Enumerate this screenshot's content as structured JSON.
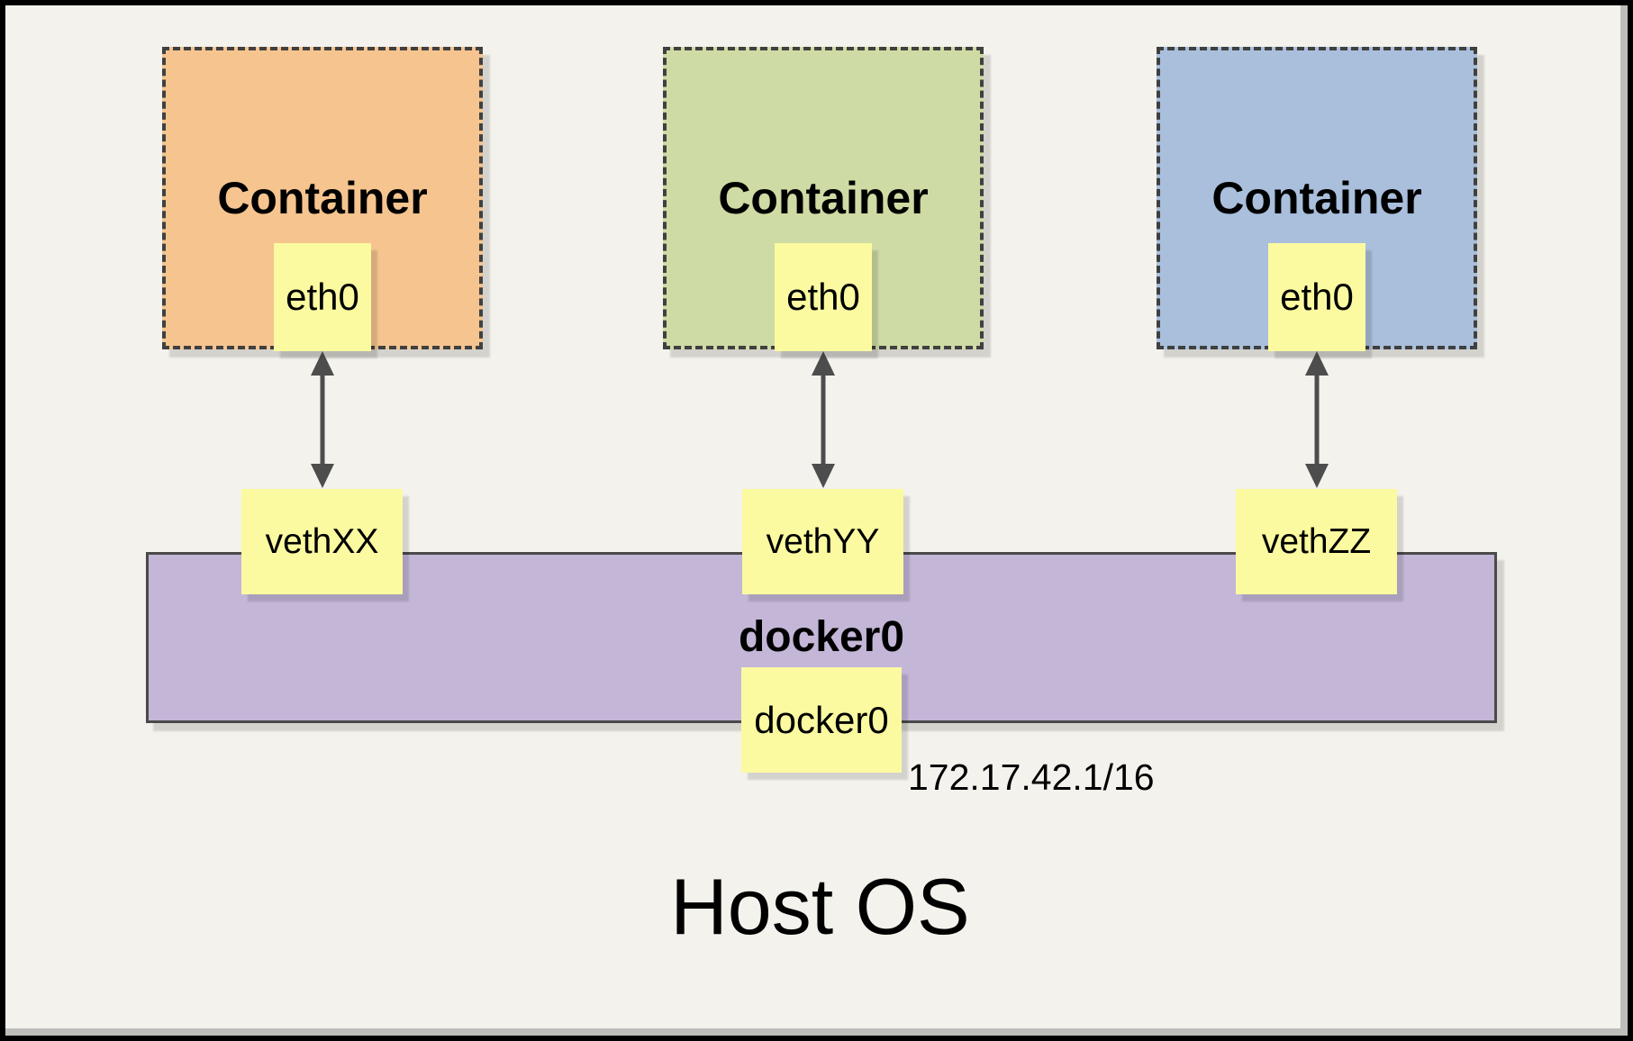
{
  "canvas": {
    "background": "#F4F2EC",
    "frame_color": "#000000",
    "shadow_strip_color": "#BDBEBA"
  },
  "title": {
    "label": "Host OS"
  },
  "containers": [
    {
      "label": "Container",
      "fill": "#F6C48F",
      "interface": {
        "label": "eth0"
      },
      "veth": {
        "label": "vethXX"
      }
    },
    {
      "label": "Container",
      "fill": "#CEDBA4",
      "interface": {
        "label": "eth0"
      },
      "veth": {
        "label": "vethYY"
      }
    },
    {
      "label": "Container",
      "fill": "#A9BFDC",
      "interface": {
        "label": "eth0"
      },
      "veth": {
        "label": "vethZZ"
      }
    }
  ],
  "bridge": {
    "label": "docker0",
    "fill": "#C3B6D7",
    "interface": {
      "label": "docker0"
    },
    "ip": "172.17.42.1/16"
  },
  "colors": {
    "note_fill": "#FBFAA0",
    "arrow": "#4D4D4D",
    "dashed_border": "#404040",
    "bar_border": "#4A4A4A",
    "text": "#000000"
  }
}
